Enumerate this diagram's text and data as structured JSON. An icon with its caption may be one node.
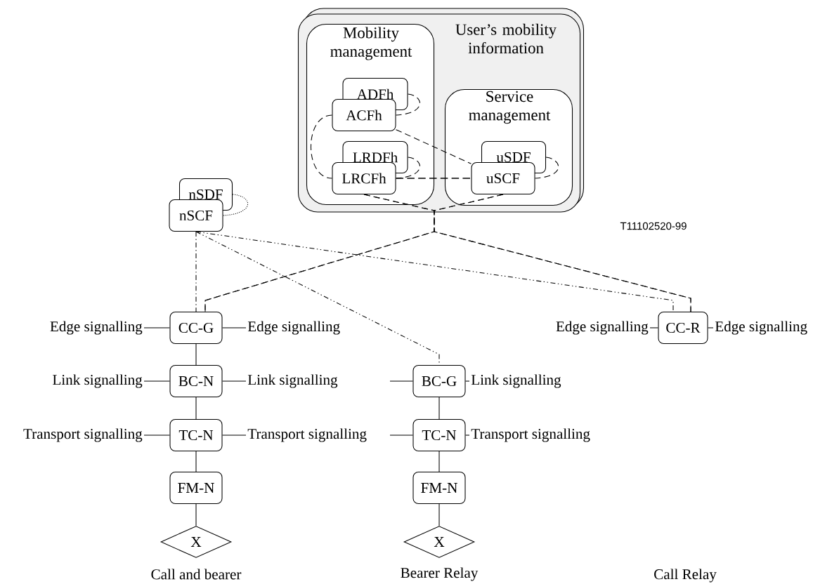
{
  "diagram": {
    "nodes": [
      {
        "text": [
          "User’s mobility information"
        ]
      },
      {
        "text": [
          "Mobility management"
        ],
        "in": 0
      },
      {
        "text": [
          "ADFh"
        ],
        "in": 1
      },
      {
        "text": [
          "ACFh"
        ],
        "in": 1
      },
      {
        "text": [
          "LRDFh"
        ],
        "in": 1
      },
      {
        "text": [
          "LRCFh"
        ],
        "in": 1
      },
      {
        "text": [
          "Service management"
        ],
        "in": 0
      },
      {
        "text": [
          "uSDF"
        ],
        "in": 6
      },
      {
        "text": [
          "uSCF"
        ],
        "in": 6
      },
      {
        "text": [
          "nSDF"
        ]
      },
      {
        "text": [
          "nSCF"
        ]
      },
      {
        "text": [
          "CC-G"
        ]
      },
      {
        "text": [
          "BC-N"
        ]
      },
      {
        "text": [
          "TC-N"
        ]
      },
      {
        "text": [
          "FM-N"
        ]
      },
      {
        "text": [
          "X"
        ]
      },
      {
        "text": [
          "BC-G"
        ]
      },
      {
        "text": [
          "TC-N"
        ]
      },
      {
        "text": [
          "FM-N"
        ]
      },
      {
        "text": [
          "X"
        ]
      },
      {
        "text": [
          "CC-R"
        ]
      },
      {
        "text": [
          "Edge signalling"
        ]
      },
      {
        "text": [
          "Edge signalling"
        ]
      },
      {
        "text": [
          "Link signalling"
        ]
      },
      {
        "text": [
          "Link signalling"
        ]
      },
      {
        "text": [
          "Transport signalling"
        ]
      },
      {
        "text": [
          "Transport signalling"
        ]
      },
      {
        "text": [
          "Link signalling"
        ]
      },
      {
        "text": [
          "Transport signalling"
        ]
      },
      {
        "text": [
          "Edge signalling"
        ]
      },
      {
        "text": [
          "Edge signalling"
        ]
      }
    ],
    "edges": [
      {
        "from": 2,
        "to": 3,
        "arrow": "none",
        "style": "dashed"
      },
      {
        "from": 4,
        "to": 5,
        "arrow": "none",
        "style": "dashed"
      },
      {
        "from": 7,
        "to": 8,
        "arrow": "none",
        "style": "dashed"
      },
      {
        "from": 9,
        "to": 10,
        "arrow": "none",
        "style": "dashed"
      },
      {
        "from": 3,
        "to": 5,
        "arrow": "none",
        "style": "dashed"
      },
      {
        "from": 3,
        "to": 8,
        "arrow": "none",
        "style": "dashed"
      },
      {
        "from": 5,
        "to": 8,
        "arrow": "none",
        "style": "dashed"
      },
      {
        "from": 5,
        "to": 11,
        "arrow": "none",
        "style": "dashed"
      },
      {
        "from": 5,
        "to": 20,
        "arrow": "none",
        "style": "dashed"
      },
      {
        "from": 8,
        "to": 11,
        "arrow": "none",
        "style": "dashed"
      },
      {
        "from": 8,
        "to": 20,
        "arrow": "none",
        "style": "dashed"
      },
      {
        "from": 10,
        "to": 11,
        "arrow": "none",
        "style": "dashed"
      },
      {
        "from": 10,
        "to": 16,
        "arrow": "none",
        "style": "dashed"
      },
      {
        "from": 10,
        "to": 20,
        "arrow": "none",
        "style": "dashed"
      },
      {
        "from": 11,
        "to": 12,
        "arrow": "none"
      },
      {
        "from": 12,
        "to": 13,
        "arrow": "none"
      },
      {
        "from": 13,
        "to": 14,
        "arrow": "none"
      },
      {
        "from": 14,
        "to": 15,
        "arrow": "none"
      },
      {
        "from": 16,
        "to": 17,
        "arrow": "none"
      },
      {
        "from": 17,
        "to": 18,
        "arrow": "none"
      },
      {
        "from": 18,
        "to": 19,
        "arrow": "none"
      },
      {
        "from": 21,
        "to": 11,
        "arrow": "none"
      },
      {
        "from": 11,
        "to": 22,
        "arrow": "none"
      },
      {
        "from": 23,
        "to": 12,
        "arrow": "none"
      },
      {
        "from": 12,
        "to": 24,
        "arrow": "none"
      },
      {
        "from": 25,
        "to": 13,
        "arrow": "none"
      },
      {
        "from": 13,
        "to": 26,
        "arrow": "none"
      },
      {
        "from": null,
        "to": 16,
        "arrow": "none"
      },
      {
        "from": 16,
        "to": 27,
        "arrow": "none"
      },
      {
        "from": null,
        "to": 17,
        "arrow": "none"
      },
      {
        "from": 17,
        "to": 28,
        "arrow": "none"
      },
      {
        "from": 29,
        "to": 20,
        "arrow": "none"
      },
      {
        "from": 20,
        "to": 30,
        "arrow": "none"
      }
    ],
    "labels": [
      "T11102520-99",
      "Call and bearer",
      "Bearer Relay",
      "Call Relay"
    ]
  }
}
